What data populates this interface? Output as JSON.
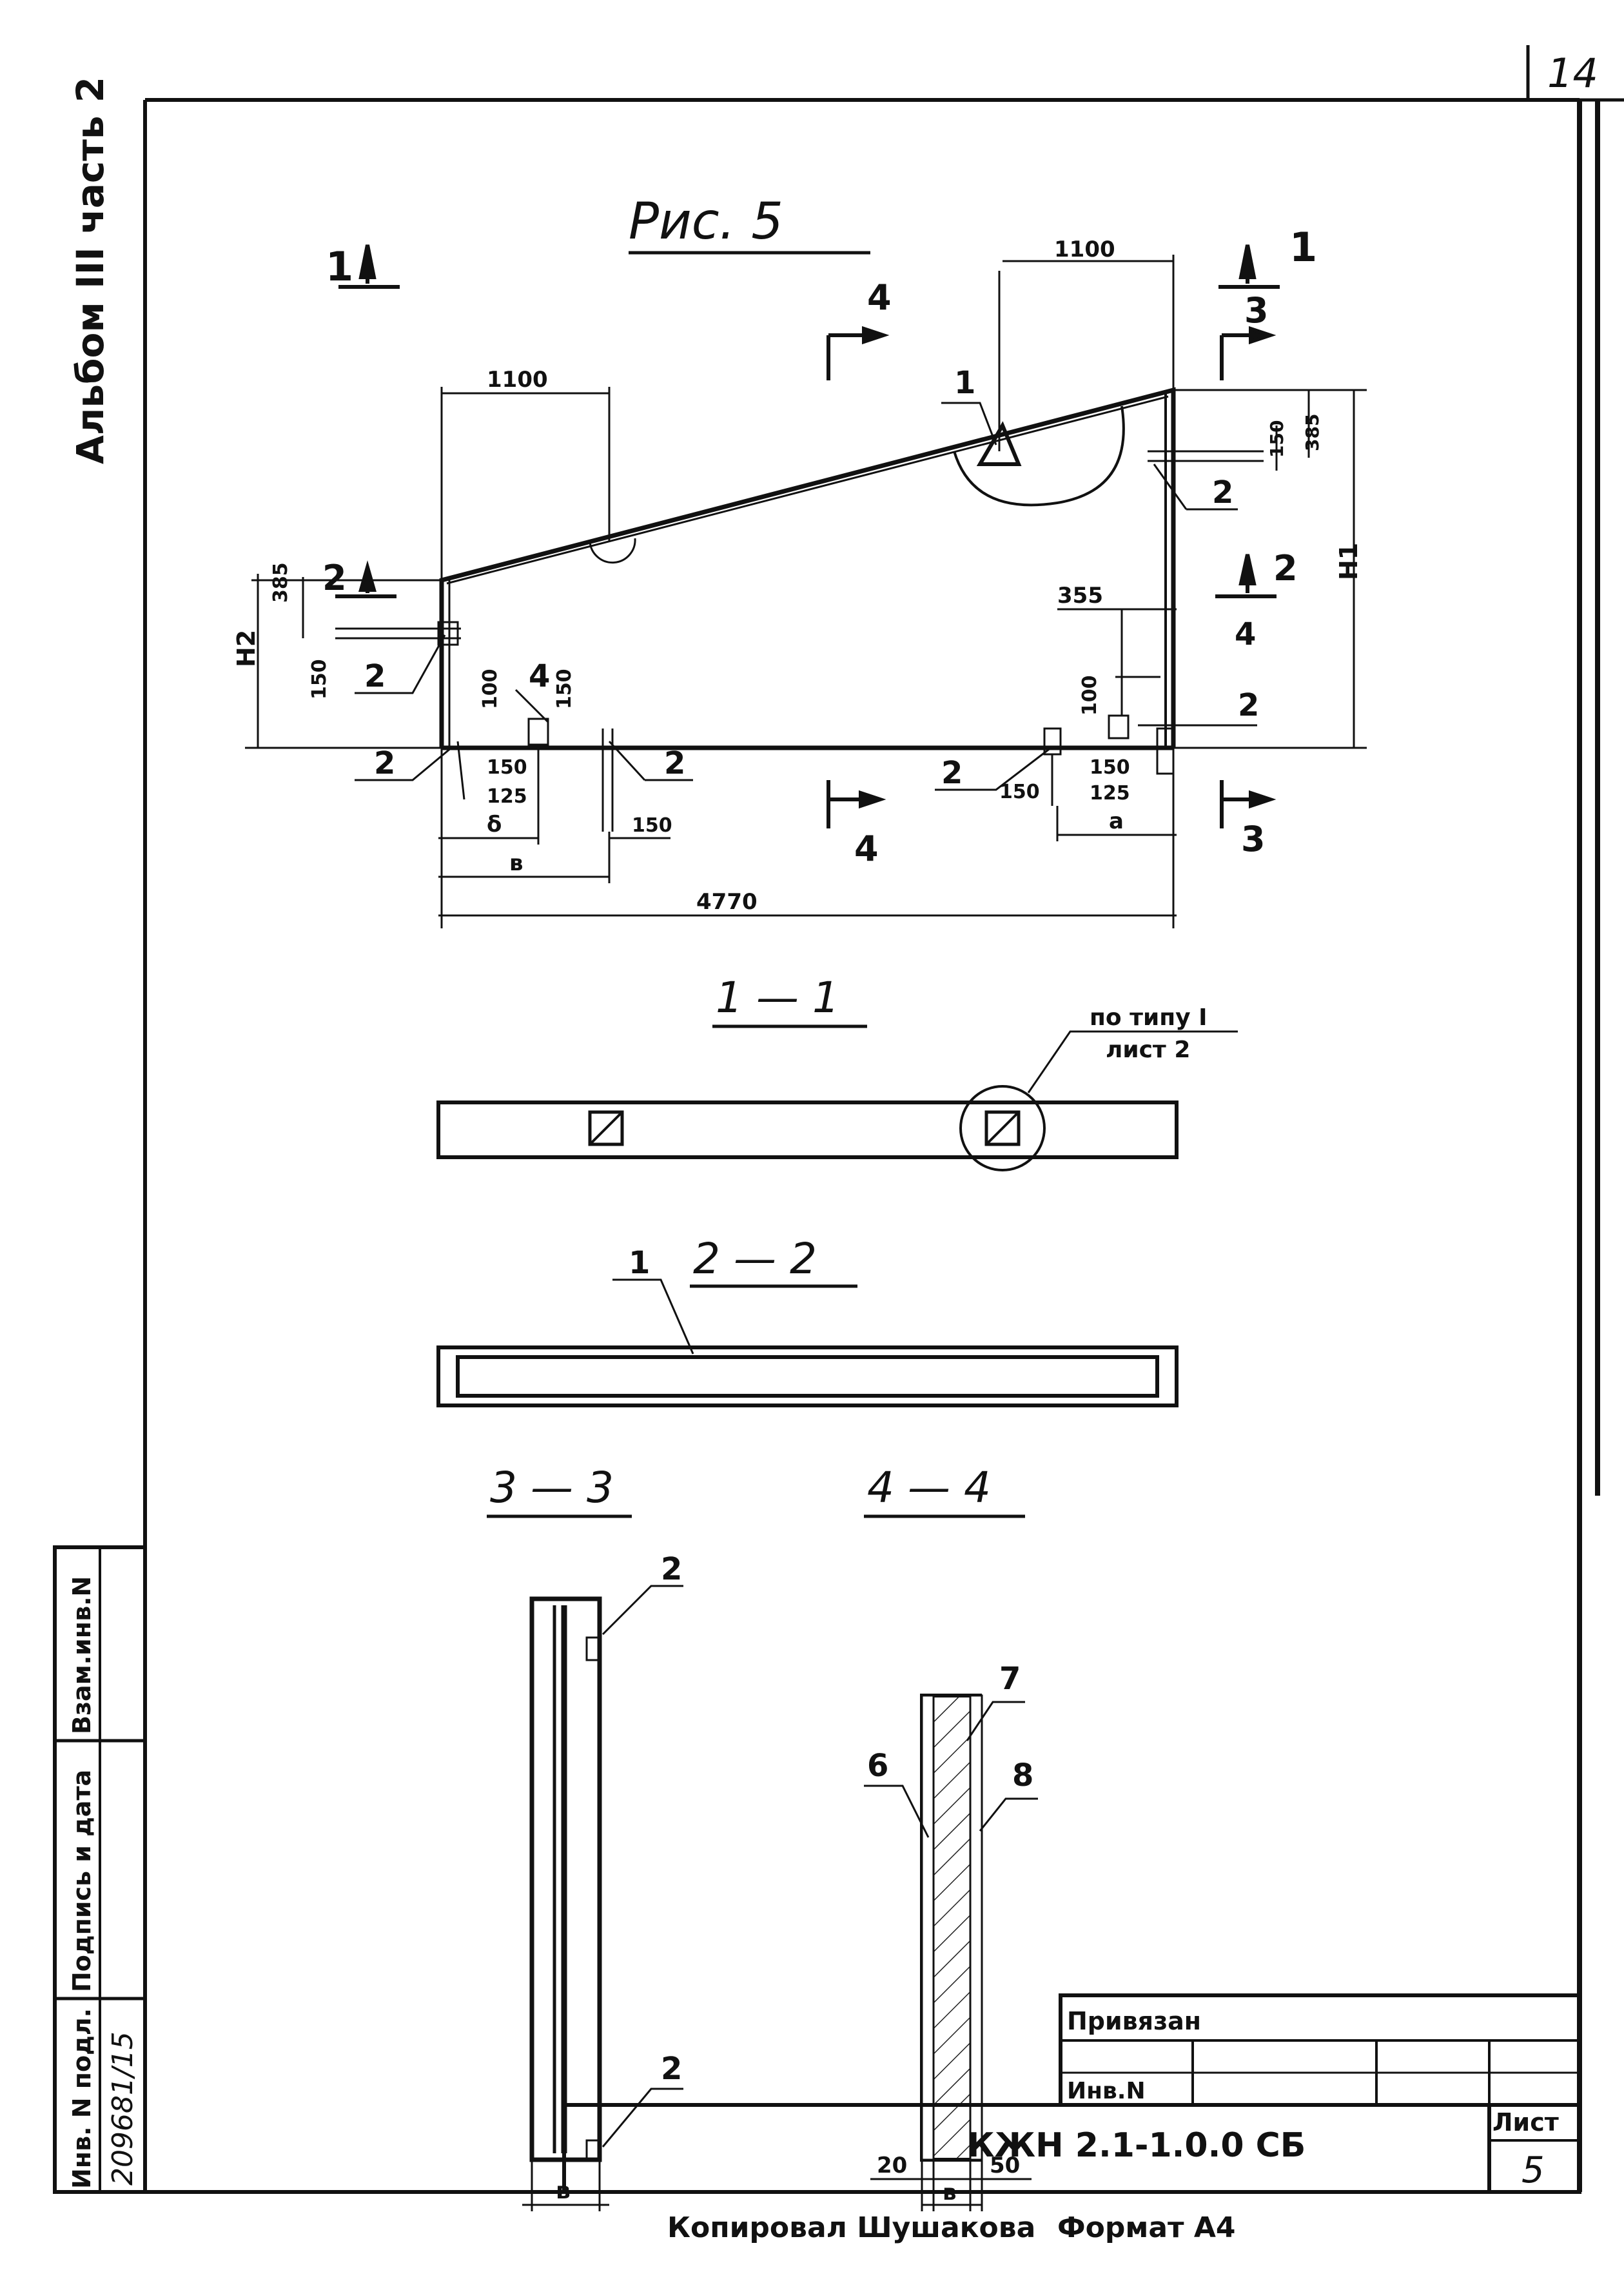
{
  "sheet_number": "14",
  "album_label": "Альбом III часть 2",
  "figure_title": "Рис. 5",
  "main_view": {
    "dim_top_left": "1100",
    "dim_top_right": "1100",
    "dim_total": "4770",
    "dim_355": "355",
    "dim_385_left": "385",
    "dim_150_left": "150",
    "dim_100_left": "100",
    "dim_150_left_top": "150",
    "dim_150_a": "150",
    "dim_125_a": "125",
    "dim_delta": "δ",
    "dim_v_left": "в",
    "dim_150_b": "150",
    "dim_150_c": "150",
    "dim_150_d": "150",
    "dim_125_b": "125",
    "dim_a": "а",
    "dim_100_right": "100",
    "dim_150_right_top": "150",
    "dim_385_right": "385",
    "label_h1": "H1",
    "label_h2": "H2",
    "sec1": "1",
    "sec2": "2",
    "sec3": "3",
    "sec4": "4",
    "pos1": "1",
    "pos2": "2",
    "pos4": "4"
  },
  "section_1_1": {
    "title": "1 — 1",
    "note_line1": "по типу I",
    "note_line2": "лист 2"
  },
  "section_2_2": {
    "title": "2 — 2",
    "pos": "1"
  },
  "section_3_3": {
    "title": "3 — 3",
    "pos": "2",
    "dim": "в"
  },
  "section_4_4": {
    "title": "4 — 4",
    "pos6": "6",
    "pos7": "7",
    "pos8": "8",
    "dim_20": "20",
    "dim_v": "в",
    "dim_50": "50"
  },
  "stamp": {
    "privyazan": "Привязан",
    "inv_n": "Инв.N",
    "doc_code": "КЖН 2.1-1.0.0 СБ",
    "list_label": "Лист",
    "list_value": "5"
  },
  "side_stamp": {
    "inv_podl": "Инв. N подл.",
    "podpis_data": "Подпись и дата",
    "vzam_inv": "Взам.инв.N",
    "inv_value": "209681/15"
  },
  "footer": {
    "copied": "Копировал Шушакова",
    "format": "Формат А4"
  }
}
